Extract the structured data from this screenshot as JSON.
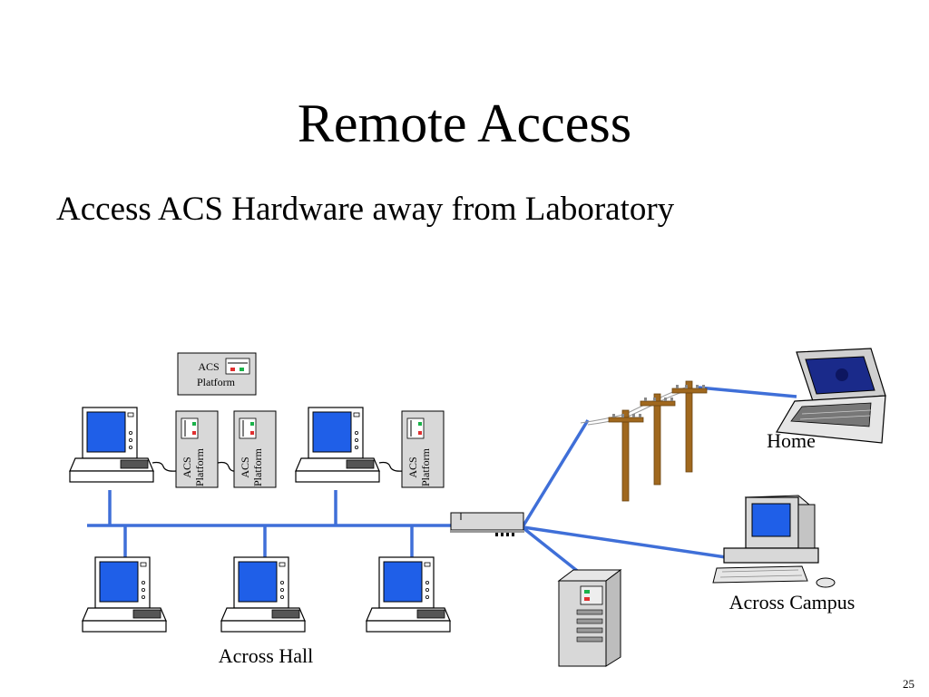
{
  "slide": {
    "title": "Remote Access",
    "subtitle": "Access ACS Hardware away from Laboratory",
    "page_number": "25"
  },
  "diagram": {
    "platform_top": {
      "line1": "ACS",
      "line2": "Platform"
    },
    "platform_a": {
      "line1": "ACS",
      "line2": "Platform"
    },
    "platform_b": {
      "line1": "ACS",
      "line2": "Platform"
    },
    "platform_c": {
      "line1": "ACS",
      "line2": "Platform"
    },
    "labels": {
      "home": "Home",
      "across_campus": "Across Campus",
      "across_hall": "Across Hall"
    },
    "colors": {
      "network_line": "#3f6fd8",
      "screen": "#1f5fe8",
      "pole": "#a0681e",
      "device_fill": "#d8d8d8"
    }
  }
}
